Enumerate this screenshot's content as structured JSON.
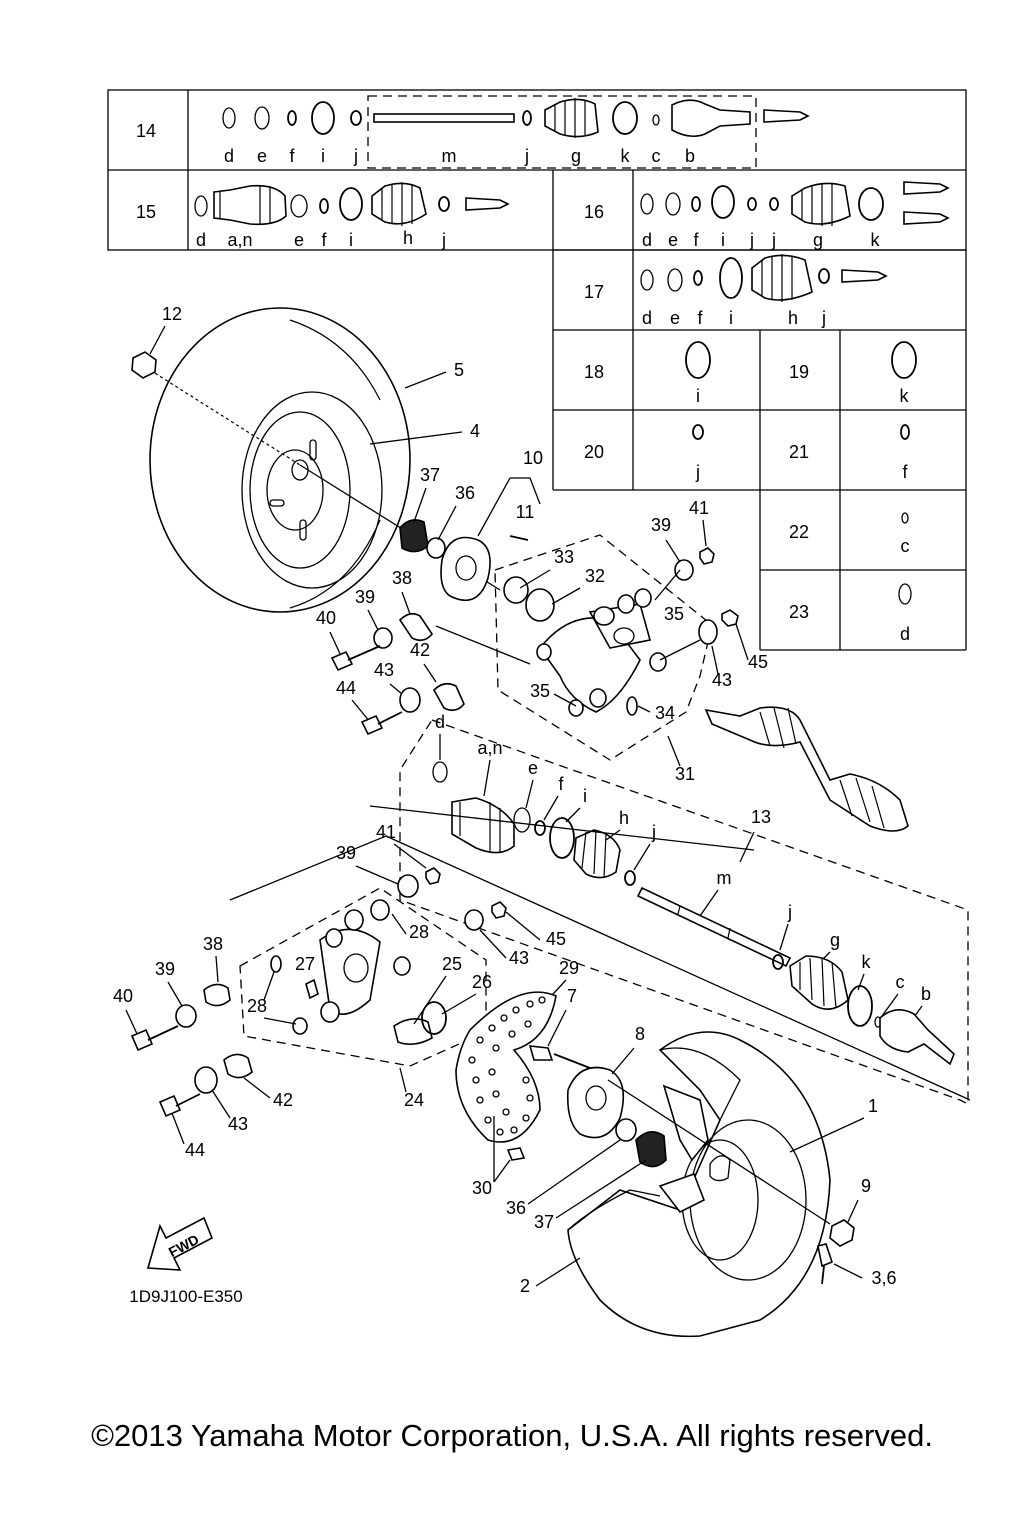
{
  "ref_table": {
    "rows": [
      {
        "num": "14",
        "letters": [
          "d",
          "e",
          "f",
          "i",
          "j",
          "m",
          "j",
          "g",
          "k",
          "c",
          "b"
        ]
      },
      {
        "num": "15",
        "letters": [
          "d",
          "a,n",
          "e",
          "f",
          "i",
          "h",
          "j"
        ]
      },
      {
        "num": "16",
        "letters": [
          "d",
          "e",
          "f",
          "i",
          "j",
          "j",
          "g",
          "k"
        ]
      },
      {
        "num": "17",
        "letters": [
          "d",
          "e",
          "f",
          "i",
          "h",
          "j"
        ]
      },
      {
        "num": "18",
        "letters": [
          "i"
        ]
      },
      {
        "num": "19",
        "letters": [
          "k"
        ]
      },
      {
        "num": "20",
        "letters": [
          "j"
        ]
      },
      {
        "num": "21",
        "letters": [
          "f"
        ]
      },
      {
        "num": "22",
        "letters": [
          "c"
        ]
      },
      {
        "num": "23",
        "letters": [
          "d"
        ]
      }
    ]
  },
  "callouts": {
    "c12": "12",
    "c5": "5",
    "c4": "4",
    "c10": "10",
    "c11": "11",
    "c37a": "37",
    "c36a": "36",
    "c39a": "39",
    "c41a": "41",
    "c33": "33",
    "c32": "32",
    "c35a": "35",
    "c38a": "38",
    "c39b": "39",
    "c40a": "40",
    "c42a": "42",
    "c43a": "43",
    "c45a": "45",
    "c43b": "43",
    "c44a": "44",
    "c35b": "35",
    "c34": "34",
    "c31": "31",
    "ld": "d",
    "lan": "a,n",
    "le": "e",
    "lf": "f",
    "li": "i",
    "lh": "h",
    "lj": "j",
    "c13": "13",
    "lm": "m",
    "lj2": "j",
    "lg": "g",
    "lk": "k",
    "lc": "c",
    "lb": "b",
    "c41b": "41",
    "c39c": "39",
    "c28a": "28",
    "c45b": "45",
    "c43c": "43",
    "c38b": "38",
    "c27": "27",
    "c25": "25",
    "c26": "26",
    "c29": "29",
    "c39d": "39",
    "c28b": "28",
    "c40b": "40",
    "c7": "7",
    "c8": "8",
    "c1": "1",
    "c42b": "42",
    "c24": "24",
    "c43d": "43",
    "c44b": "44",
    "c9": "9",
    "c30": "30",
    "c36b": "36",
    "c37b": "37",
    "c36": "3,6",
    "c2": "2"
  },
  "fwd_label": "FWD",
  "diagram_code": "1D9J100-E350",
  "copyright": "©2013 Yamaha Motor Corporation, U.S.A. All rights reserved."
}
